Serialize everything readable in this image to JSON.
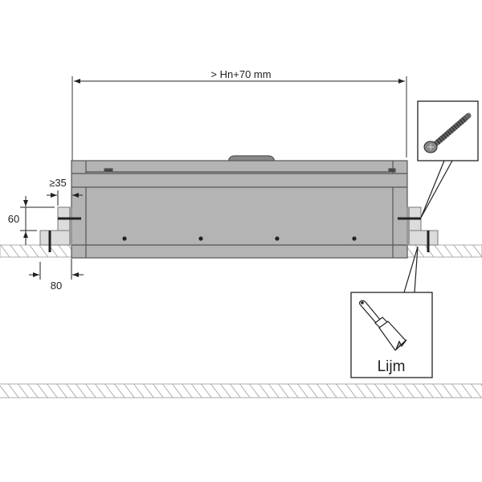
{
  "dimensions": {
    "overall_width": "> Hn+70 mm",
    "min_overlap": "≥35",
    "block_height": "60",
    "block_width": "80"
  },
  "callouts": {
    "screw": {
      "icon": "screw-icon"
    },
    "glue": {
      "icon": "paintbrush-icon",
      "label": "Lijm"
    }
  },
  "colors": {
    "frame": "#b4b4b4",
    "frame_stroke": "#555555",
    "block": "#dcdcdc",
    "hatch": "#999999"
  }
}
